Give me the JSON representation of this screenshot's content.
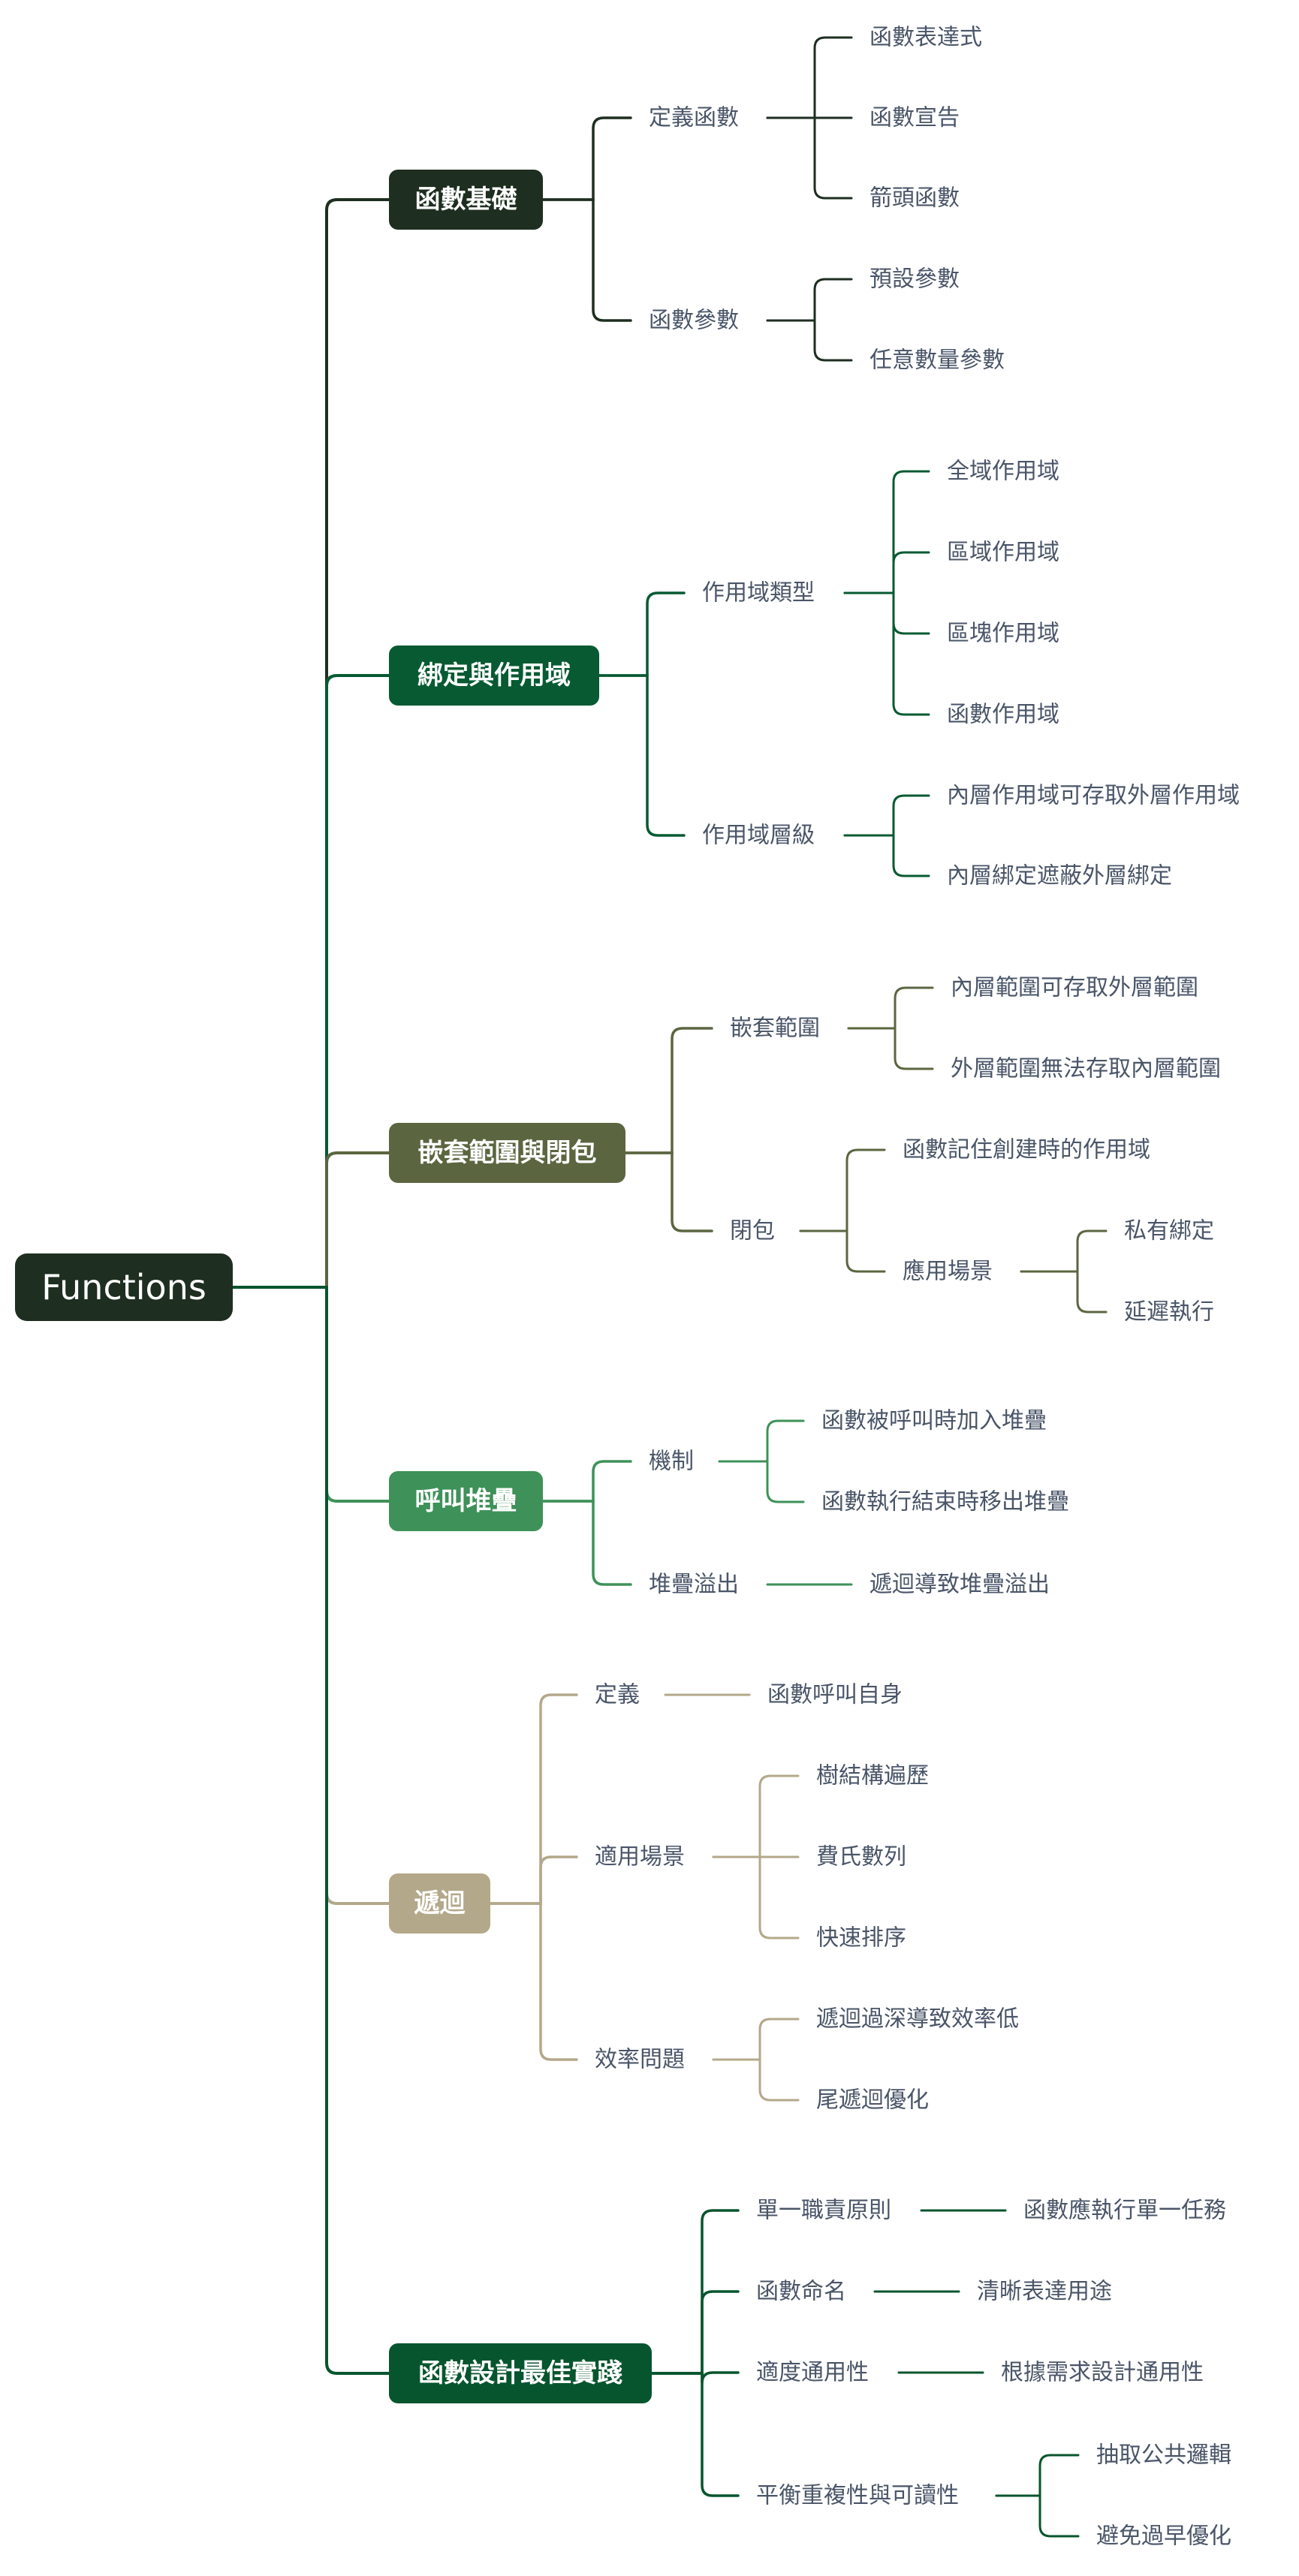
{
  "root": "Functions",
  "colors": {
    "root_bg": "#1e2e20",
    "text": "#4a5568",
    "branches": [
      "#1e2e20",
      "#075a32",
      "#5b6640",
      "#3e9158",
      "#b3a88a",
      "#07552e"
    ],
    "branch_lines": [
      "#1e2e20",
      "#075a32",
      "#5b6640",
      "#3e9158",
      "#b3a88a",
      "#07552e"
    ]
  },
  "branches": [
    {
      "label": "函數基礎",
      "children": [
        {
          "label": "定義函數",
          "children": [
            {
              "label": "函數表達式"
            },
            {
              "label": "函數宣告"
            },
            {
              "label": "箭頭函數"
            }
          ]
        },
        {
          "label": "函數參數",
          "children": [
            {
              "label": "預設參數"
            },
            {
              "label": "任意數量參數"
            }
          ]
        }
      ]
    },
    {
      "label": "綁定與作用域",
      "children": [
        {
          "label": "作用域類型",
          "children": [
            {
              "label": "全域作用域"
            },
            {
              "label": "區域作用域"
            },
            {
              "label": "區塊作用域"
            },
            {
              "label": "函數作用域"
            }
          ]
        },
        {
          "label": "作用域層級",
          "children": [
            {
              "label": "內層作用域可存取外層作用域"
            },
            {
              "label": "內層綁定遮蔽外層綁定"
            }
          ]
        }
      ]
    },
    {
      "label": "嵌套範圍與閉包",
      "children": [
        {
          "label": "嵌套範圍",
          "children": [
            {
              "label": "內層範圍可存取外層範圍"
            },
            {
              "label": "外層範圍無法存取內層範圍"
            }
          ]
        },
        {
          "label": "閉包",
          "children": [
            {
              "label": "函數記住創建時的作用域"
            },
            {
              "label": "應用場景",
              "children": [
                {
                  "label": "私有綁定"
                },
                {
                  "label": "延遲執行"
                }
              ]
            }
          ]
        }
      ]
    },
    {
      "label": "呼叫堆疊",
      "children": [
        {
          "label": "機制",
          "children": [
            {
              "label": "函數被呼叫時加入堆疊"
            },
            {
              "label": "函數執行結束時移出堆疊"
            }
          ]
        },
        {
          "label": "堆疊溢出",
          "children": [
            {
              "label": "遞迴導致堆疊溢出"
            }
          ]
        }
      ]
    },
    {
      "label": "遞迴",
      "children": [
        {
          "label": "定義",
          "children": [
            {
              "label": "函數呼叫自身"
            }
          ]
        },
        {
          "label": "適用場景",
          "children": [
            {
              "label": "樹結構遍歷"
            },
            {
              "label": "費氏數列"
            },
            {
              "label": "快速排序"
            }
          ]
        },
        {
          "label": "效率問題",
          "children": [
            {
              "label": "遞迴過深導致效率低"
            },
            {
              "label": "尾遞迴優化"
            }
          ]
        }
      ]
    },
    {
      "label": "函數設計最佳實踐",
      "children": [
        {
          "label": "單一職責原則",
          "children": [
            {
              "label": "函數應執行單一任務"
            }
          ]
        },
        {
          "label": "函數命名",
          "children": [
            {
              "label": "清晰表達用途"
            }
          ]
        },
        {
          "label": "適度通用性",
          "children": [
            {
              "label": "根據需求設計通用性"
            }
          ]
        },
        {
          "label": "平衡重複性與可讀性",
          "children": [
            {
              "label": "抽取公共邏輯"
            },
            {
              "label": "避免過早優化"
            }
          ]
        }
      ]
    }
  ]
}
